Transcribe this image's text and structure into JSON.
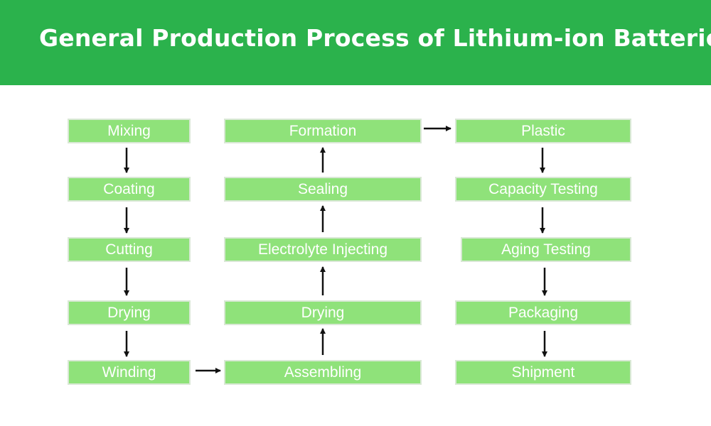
{
  "title": "General Production Process of Lithium-ion Batteries",
  "colors": {
    "header": "#2bb24c",
    "step_fill": "#8fe27a",
    "step_border": "#d9e8d5",
    "arrow": "#111111"
  },
  "columns": [
    {
      "steps": [
        "Mixing",
        "Coating",
        "Cutting",
        "Drying",
        "Winding"
      ]
    },
    {
      "steps": [
        "Formation",
        "Sealing",
        "Electrolyte Injecting",
        "Drying",
        "Assembling"
      ]
    },
    {
      "steps": [
        "Plastic",
        "Capacity Testing",
        "Aging Testing",
        "Packaging",
        "Shipment"
      ]
    }
  ]
}
